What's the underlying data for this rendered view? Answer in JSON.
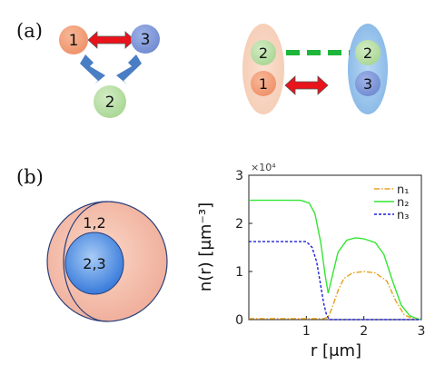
{
  "panel_a": {
    "label": "(a)",
    "triangle": {
      "node1": "1",
      "node2": "2",
      "node3": "3"
    },
    "pairs": {
      "left_top": "2",
      "left_bottom": "1",
      "right_top": "2",
      "right_bottom": "3"
    }
  },
  "panel_b": {
    "label": "(b)",
    "outer_label": "1,2",
    "inner_label": "2,3"
  },
  "colors": {
    "node1": "#f2a07b",
    "node2": "#b9e0a5",
    "node3": "#7e97d8",
    "red_arrow": "#e8131b",
    "blue_arrow": "#4a7ec4",
    "green_dash": "#1db53a",
    "n1": "#e6a020",
    "n2": "#33e633",
    "n3": "#1f1fd6"
  },
  "chart_data": {
    "type": "line",
    "xlabel": "r [μm]",
    "ylabel": "n(r) [μm⁻³]",
    "y_multiplier": "×10⁴",
    "xlim": [
      0,
      3
    ],
    "ylim": [
      0,
      3
    ],
    "x_ticks": [
      "1",
      "2",
      "3"
    ],
    "y_ticks": [
      "0",
      "1",
      "2",
      "3"
    ],
    "legend": [
      "n₁",
      "n₂",
      "n₃"
    ],
    "legend_position": "top-right",
    "series": [
      {
        "name": "n₁",
        "x": [
          0,
          1.3,
          1.38,
          1.45,
          1.55,
          1.65,
          1.8,
          2.0,
          2.2,
          2.4,
          2.55,
          2.7,
          2.85,
          3.0
        ],
        "y": [
          0.02,
          0.02,
          0.05,
          0.25,
          0.6,
          0.85,
          0.97,
          1.0,
          0.97,
          0.8,
          0.4,
          0.1,
          0.02,
          0.0
        ]
      },
      {
        "name": "n₂",
        "x": [
          0,
          0.9,
          1.05,
          1.15,
          1.25,
          1.33,
          1.38,
          1.45,
          1.55,
          1.7,
          1.85,
          2.0,
          2.2,
          2.35,
          2.5,
          2.65,
          2.8,
          2.95,
          3.0
        ],
        "y": [
          2.48,
          2.48,
          2.42,
          2.2,
          1.6,
          0.9,
          0.55,
          0.9,
          1.4,
          1.65,
          1.7,
          1.68,
          1.6,
          1.35,
          0.8,
          0.3,
          0.08,
          0.01,
          0.0
        ]
      },
      {
        "name": "n₃",
        "x": [
          0,
          1.0,
          1.1,
          1.18,
          1.25,
          1.3,
          1.35,
          1.4,
          3.0
        ],
        "y": [
          1.62,
          1.62,
          1.5,
          1.2,
          0.7,
          0.35,
          0.1,
          0.0,
          0.0
        ]
      }
    ]
  }
}
